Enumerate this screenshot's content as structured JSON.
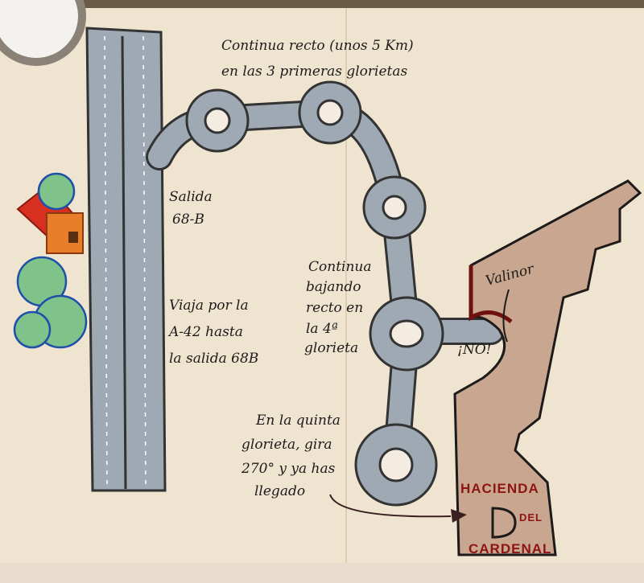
{
  "notes": {
    "top": [
      "Continua recto (unos 5 Km)",
      "en las 3 primeras glorietas"
    ],
    "exit": [
      "Salida",
      "68-B"
    ],
    "highway": [
      "Viaja por la",
      "A-42 hasta",
      "la salida 68B"
    ],
    "fourth": [
      "Continua",
      "bajando",
      "recto en",
      "la 4ª",
      "glorieta"
    ],
    "no": "¡NO!",
    "valinor": "Valinor",
    "fifth": [
      "En la quinta",
      "glorieta, gira",
      "270° y ya has",
      "llegado"
    ]
  },
  "destination": [
    "HACIENDA",
    "DEL",
    "CARDENAL"
  ],
  "colors": {
    "paper": "#efe4d0",
    "road": "#9ea9b4",
    "cliff": "#c9a690",
    "ink": "#1d1b1a",
    "red": "#8e1414"
  }
}
